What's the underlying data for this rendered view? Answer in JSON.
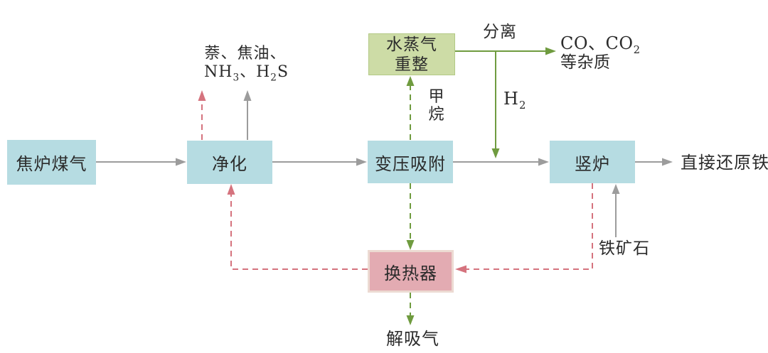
{
  "boxes": {
    "coke_oven_gas": "焦炉煤气",
    "purification": "净化",
    "psa": "变压吸附",
    "shaft_furnace": "竖炉",
    "steam_reforming": {
      "line1": "水蒸气",
      "line2": "重整"
    },
    "heat_exchanger": "换热器"
  },
  "labels": {
    "byproducts": {
      "line1": "萘、焦油、",
      "nh": "NH",
      "nh_sub": "3",
      "mid": "、H",
      "h_sub": "2",
      "s": "S"
    },
    "separation": "分离",
    "impurities": {
      "co": "CO、CO",
      "co_sub": "2",
      "line2": "等杂质"
    },
    "methane": {
      "c1": "甲",
      "c2": "烷"
    },
    "hydrogen": {
      "base": "H",
      "sub": "2"
    },
    "dri": "直接还原铁",
    "iron_ore": "铁矿石",
    "desorption": "解吸气"
  },
  "colors": {
    "box_blue": "#b6dce2",
    "box_green_fill": "#cddca6",
    "box_green_border": "#b3c985",
    "box_pink_fill": "#e3abb2",
    "box_pink_border": "#ecdad2",
    "arrow_gray": "#9c9c9c",
    "arrow_green": "#6f9b3f",
    "arrow_red": "#d5737e",
    "text": "#2b2b2b",
    "background": "#ffffff"
  },
  "edges": [
    {
      "from": "焦炉煤气",
      "to": "净化",
      "style": "solid",
      "color": "gray"
    },
    {
      "from": "净化",
      "to": "变压吸附",
      "style": "solid",
      "color": "gray"
    },
    {
      "from": "变压吸附",
      "to": "竖炉",
      "style": "solid",
      "color": "gray"
    },
    {
      "from": "竖炉",
      "to": "直接还原铁",
      "style": "solid",
      "color": "gray"
    },
    {
      "from": "净化",
      "to": "萘、焦油、NH3、H2S",
      "style": "solid",
      "color": "gray"
    },
    {
      "from": "净化",
      "to": "萘、焦油、NH3、H2S",
      "style": "dashed",
      "color": "red"
    },
    {
      "from": "变压吸附",
      "to": "水蒸气重整",
      "label": "甲烷",
      "style": "dashed",
      "color": "green"
    },
    {
      "from": "水蒸气重整",
      "to": "CO、CO2等杂质",
      "label": "分离",
      "style": "solid",
      "color": "green"
    },
    {
      "from": "水蒸气重整分离",
      "to": "主流程线",
      "label": "H2",
      "style": "solid",
      "color": "green"
    },
    {
      "from": "铁矿石",
      "to": "竖炉",
      "style": "solid",
      "color": "gray"
    },
    {
      "from": "竖炉",
      "to": "换热器",
      "style": "dashed",
      "color": "red"
    },
    {
      "from": "换热器",
      "to": "净化",
      "style": "dashed",
      "color": "red"
    },
    {
      "from": "变压吸附",
      "to": "换热器",
      "style": "dashed",
      "color": "green"
    },
    {
      "from": "换热器",
      "to": "解吸气",
      "style": "dashed",
      "color": "green"
    }
  ]
}
